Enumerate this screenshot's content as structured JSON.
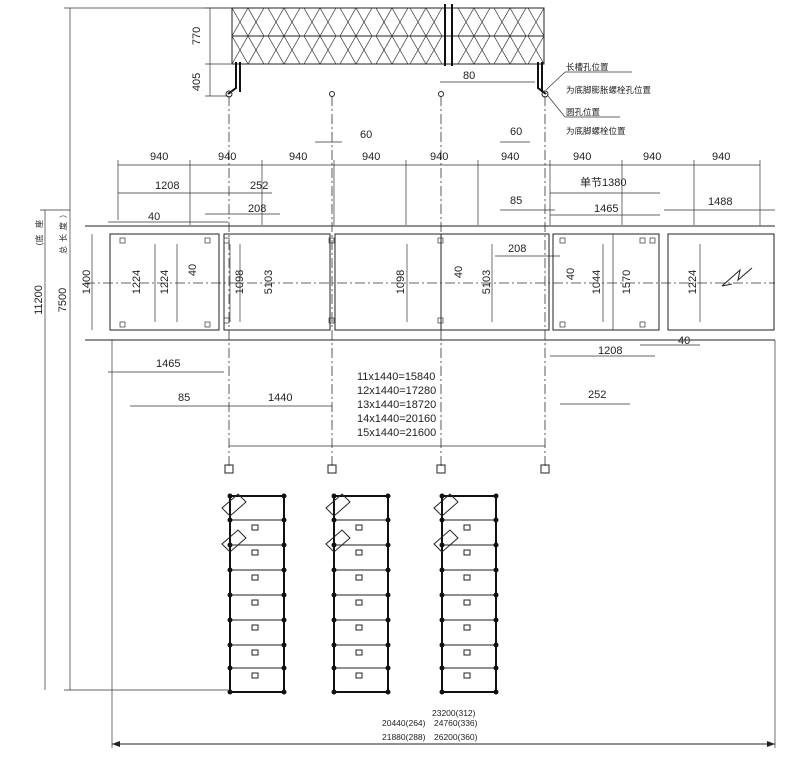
{
  "top_dims": {
    "d770": "770",
    "d405": "405",
    "d80": "80",
    "d60a": "60",
    "d60b": "60"
  },
  "notes": {
    "slot_hole": "长槽孔位置",
    "slot_hole_sub": "为底脚膨胀螺栓孔位置",
    "round_hole": "圆孔位置",
    "round_hole_sub": "为底脚螺栓位置"
  },
  "spacing": {
    "s940": "940",
    "s1208": "1208",
    "s252": "252",
    "s208": "208",
    "s40": "40",
    "s85": "85",
    "unit_label": "单节1380",
    "s1465": "1465",
    "s1488": "1488"
  },
  "heights": {
    "h1400": "1400",
    "h1224": "1224",
    "h40": "40",
    "h1098": "1098",
    "h5103": "5103",
    "h1044": "1044",
    "h1570": "1570"
  },
  "lower_dims": {
    "d1465": "1465",
    "d85": "85",
    "d1440": "1440",
    "d1208": "1208",
    "d40": "40",
    "d252": "252"
  },
  "formulas": [
    "11x1440=15840",
    "12x1440=17280",
    "13x1440=18720",
    "14x1440=20160",
    "15x1440=21600"
  ],
  "totals": {
    "t_top": "23200(312)",
    "t_left1": "20440(264)",
    "t_right1": "24760(336)",
    "t_left2": "21880(288)",
    "t_right2": "26200(360)"
  },
  "left_dims": {
    "d11200": "11200",
    "d7500": "7500"
  },
  "side_notes": [
    "(底",
    "座",
    "总",
    "长",
    "度",
    "）"
  ]
}
